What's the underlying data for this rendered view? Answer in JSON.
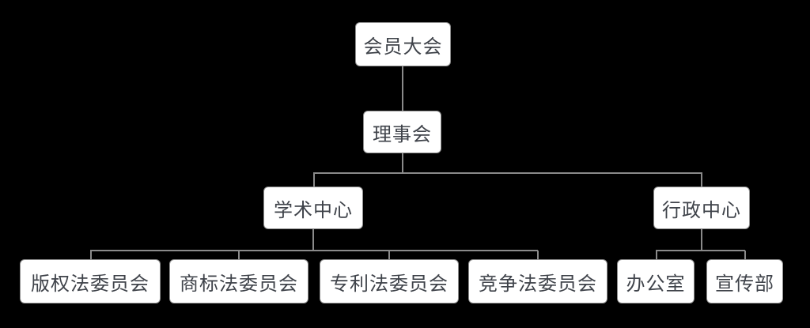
{
  "diagram": {
    "type": "org-chart",
    "title": "",
    "colors": {
      "background": "#000000",
      "node_fill": "#ffffff",
      "node_border": "#8e8e8e",
      "node_text": "#3f434a",
      "connector": "#8a8a8a"
    },
    "nodes": [
      {
        "label": "会员大会",
        "level": 1,
        "parent": null
      },
      {
        "label": "理事会",
        "level": 2,
        "parent": "会员大会"
      },
      {
        "label": "学术中心",
        "level": 3,
        "parent": "理事会"
      },
      {
        "label": "行政中心",
        "level": 3,
        "parent": "理事会"
      },
      {
        "label": "版权法委员会",
        "level": 4,
        "parent": "学术中心"
      },
      {
        "label": "商标法委员会",
        "level": 4,
        "parent": "学术中心"
      },
      {
        "label": "专利法委员会",
        "level": 4,
        "parent": "学术中心"
      },
      {
        "label": "竞争法委员会",
        "level": 4,
        "parent": "学术中心"
      },
      {
        "label": "办公室",
        "level": 4,
        "parent": "行政中心"
      },
      {
        "label": "宣传部",
        "level": 4,
        "parent": "行政中心"
      }
    ]
  }
}
